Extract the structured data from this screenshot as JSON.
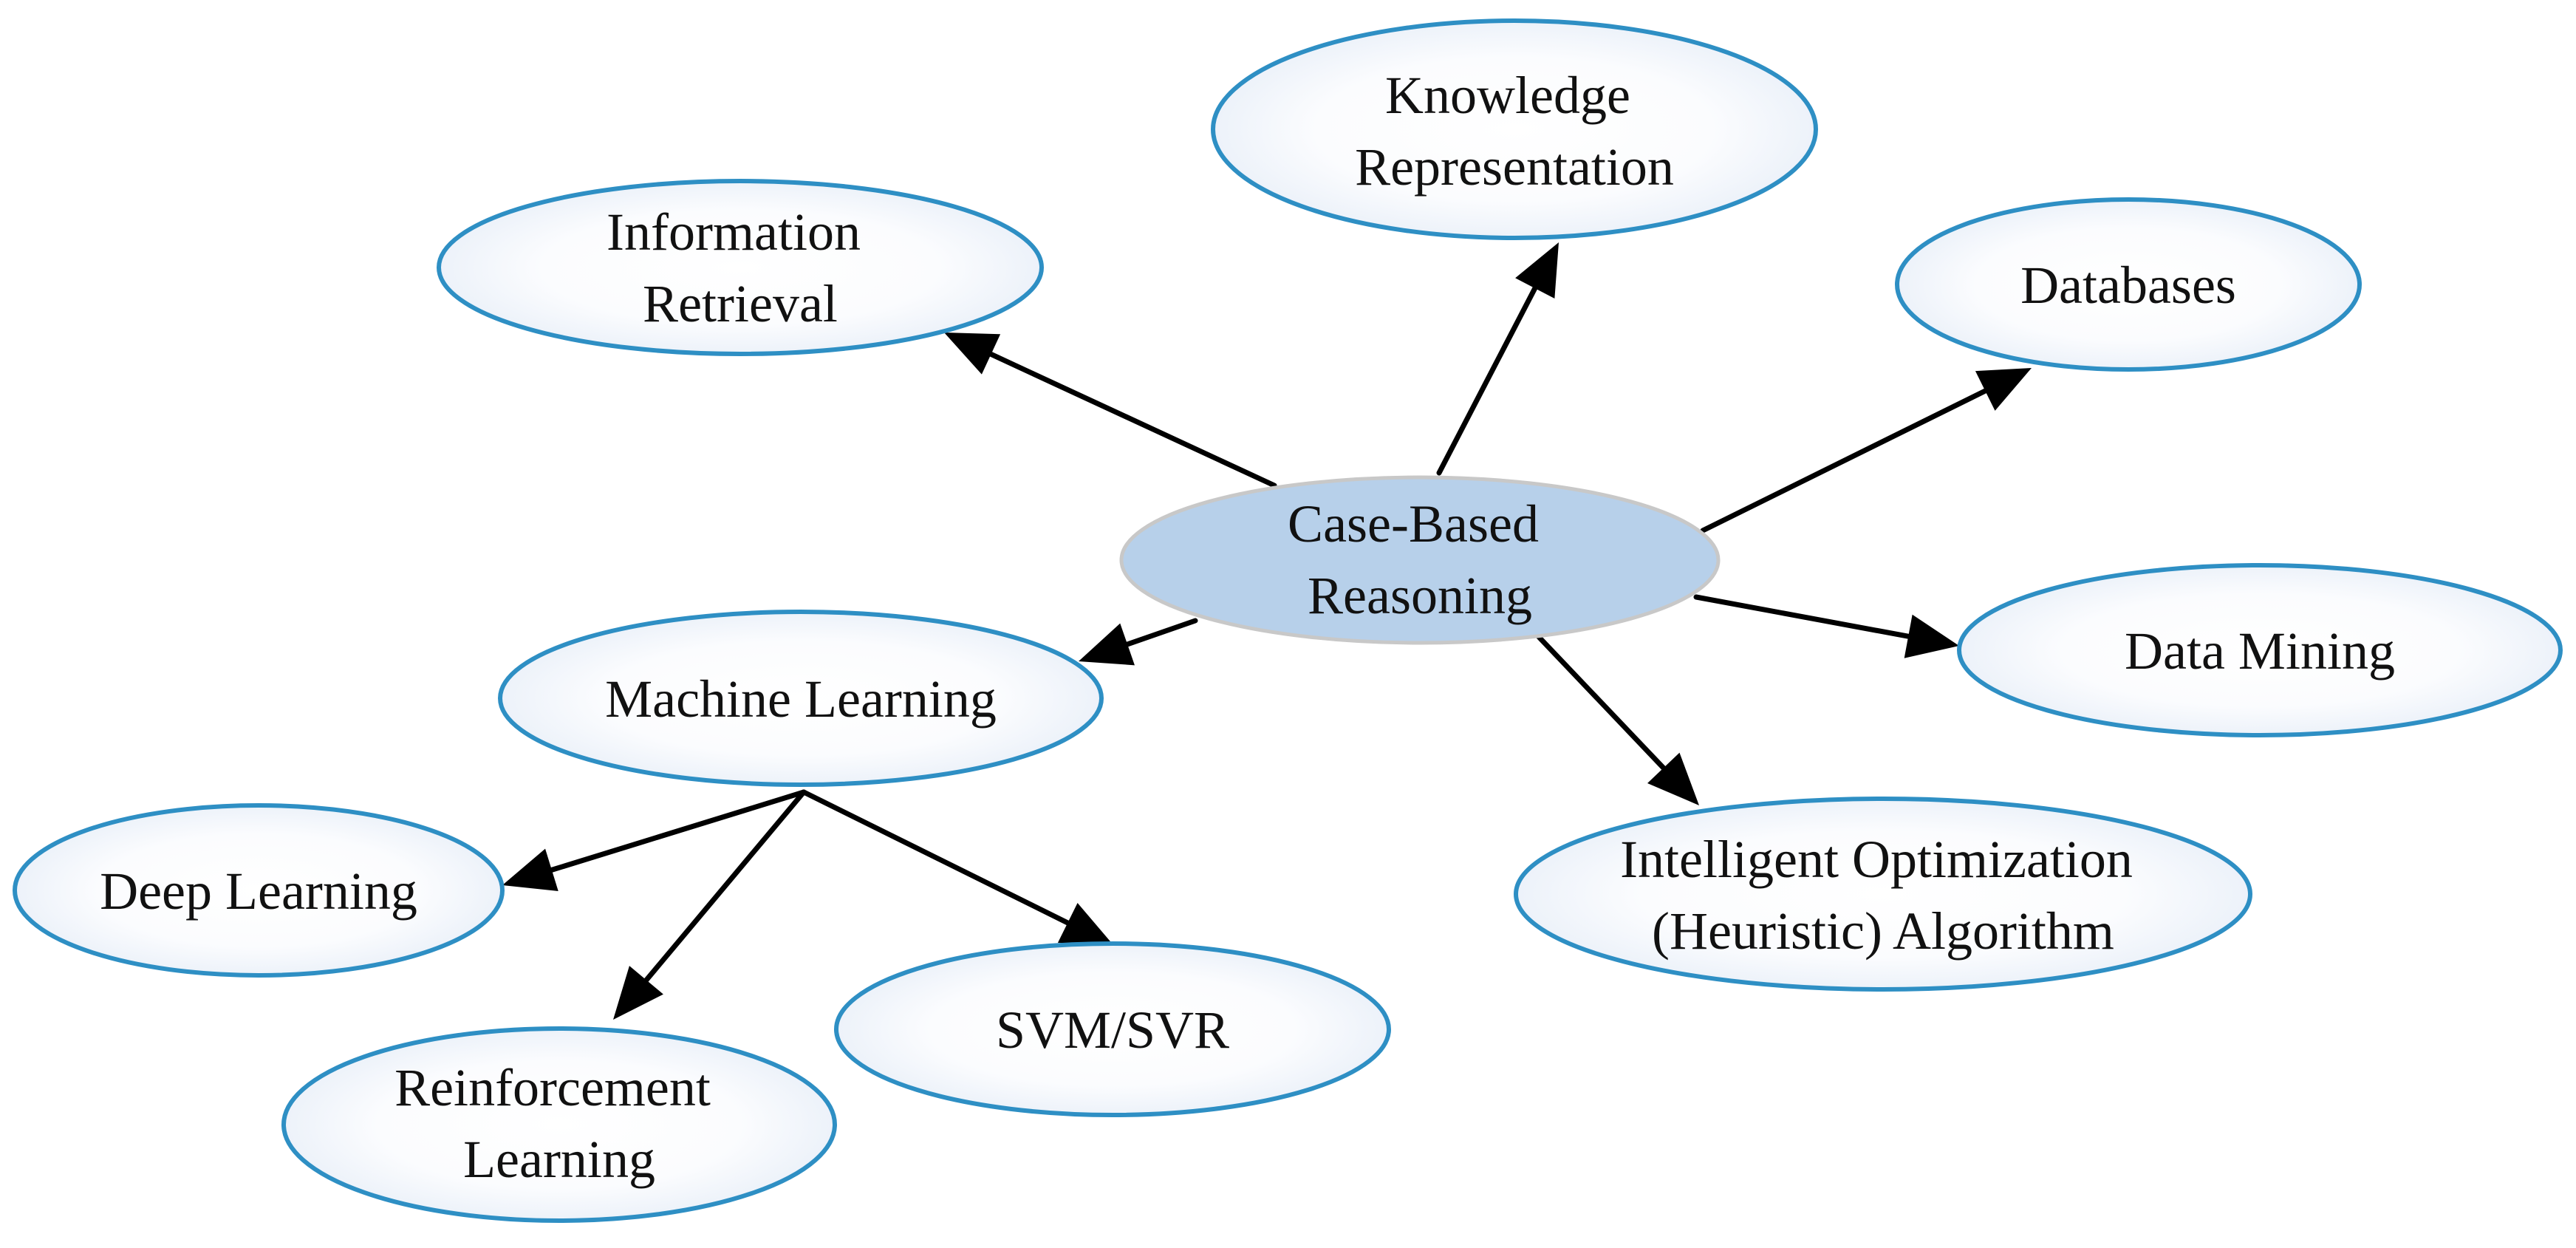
{
  "center": {
    "label_lines": [
      "Case-Based",
      "Reasoning"
    ]
  },
  "nodes": {
    "knowledge_representation": {
      "label_lines": [
        "Knowledge",
        "Representation"
      ]
    },
    "information_retrieval": {
      "label_lines": [
        "Information",
        "Retrieval"
      ]
    },
    "databases": {
      "label_lines": [
        "Databases"
      ]
    },
    "data_mining": {
      "label_lines": [
        "Data Mining"
      ]
    },
    "intelligent_optimization": {
      "label_lines": [
        "Intelligent Optimization",
        "(Heuristic) Algorithm"
      ]
    },
    "machine_learning": {
      "label_lines": [
        "Machine Learning"
      ]
    },
    "deep_learning": {
      "label_lines": [
        "Deep Learning"
      ]
    },
    "reinforcement_learning": {
      "label_lines": [
        "Reinforcement",
        "Learning"
      ]
    },
    "svm_svr": {
      "label_lines": [
        "SVM/SVR"
      ]
    }
  },
  "edges": [
    {
      "from": "center",
      "to": "knowledge_representation"
    },
    {
      "from": "center",
      "to": "information_retrieval"
    },
    {
      "from": "center",
      "to": "databases"
    },
    {
      "from": "center",
      "to": "data_mining"
    },
    {
      "from": "center",
      "to": "intelligent_optimization"
    },
    {
      "from": "center",
      "to": "machine_learning"
    },
    {
      "from": "machine_learning",
      "to": "deep_learning"
    },
    {
      "from": "machine_learning",
      "to": "reinforcement_learning"
    },
    {
      "from": "machine_learning",
      "to": "svm_svr"
    }
  ],
  "colors": {
    "center_fill": "#b7d0ea",
    "center_stroke": "#c8c8c8",
    "node_stroke": "#2e8fc4",
    "node_fill_inner": "#ffffff",
    "node_fill_outer": "#e4ecf7",
    "arrow": "#000000",
    "text": "#111111"
  }
}
